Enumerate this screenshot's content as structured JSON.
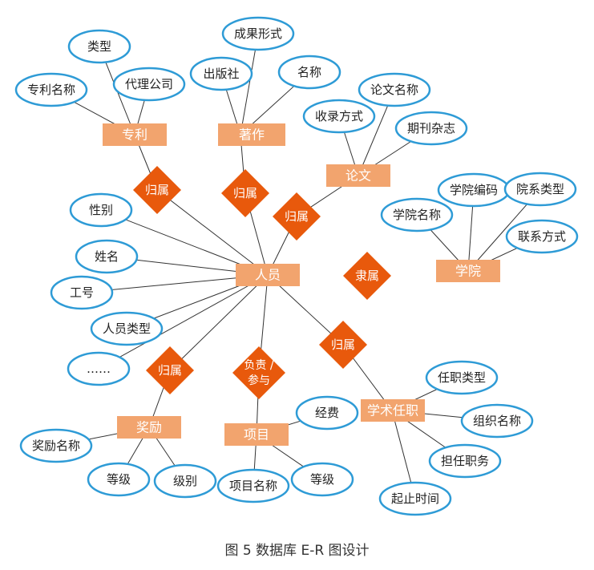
{
  "caption": "图 5  数据库 E-R 图设计",
  "colors": {
    "entity_fill": "#F2A46E",
    "relationship_fill": "#E8590C",
    "attribute_stroke": "#2E9BD6",
    "line": "#333333"
  },
  "entities": {
    "person": "人员",
    "patent": "专利",
    "work": "著作",
    "paper": "论文",
    "college": "学院",
    "award": "奖励",
    "project": "项目",
    "position": "学术任职"
  },
  "relationships": {
    "r_patent": "归属",
    "r_work": "归属",
    "r_paper": "归属",
    "r_college": "隶属",
    "r_award": "归属",
    "r_project_line1": "负责 /",
    "r_project_line2": "参与",
    "r_position": "归属"
  },
  "attributes": {
    "patent_type": "类型",
    "patent_name": "专利名称",
    "patent_agency": "代理公司",
    "work_form": "成果形式",
    "work_publisher": "出版社",
    "work_name": "名称",
    "paper_name": "论文名称",
    "paper_collection": "收录方式",
    "paper_journal": "期刊杂志",
    "college_code": "学院编码",
    "college_dept_type": "院系类型",
    "college_name": "学院名称",
    "college_contact": "联系方式",
    "person_gender": "性别",
    "person_name": "姓名",
    "person_id": "工号",
    "person_type": "人员类型",
    "person_more": "……",
    "award_name": "奖励名称",
    "award_grade": "等级",
    "award_level": "级别",
    "project_funding": "经费",
    "project_name": "项目名称",
    "project_grade": "等级",
    "position_type": "任职类型",
    "position_org": "组织名称",
    "position_role": "担任职务",
    "position_period": "起止时间"
  }
}
